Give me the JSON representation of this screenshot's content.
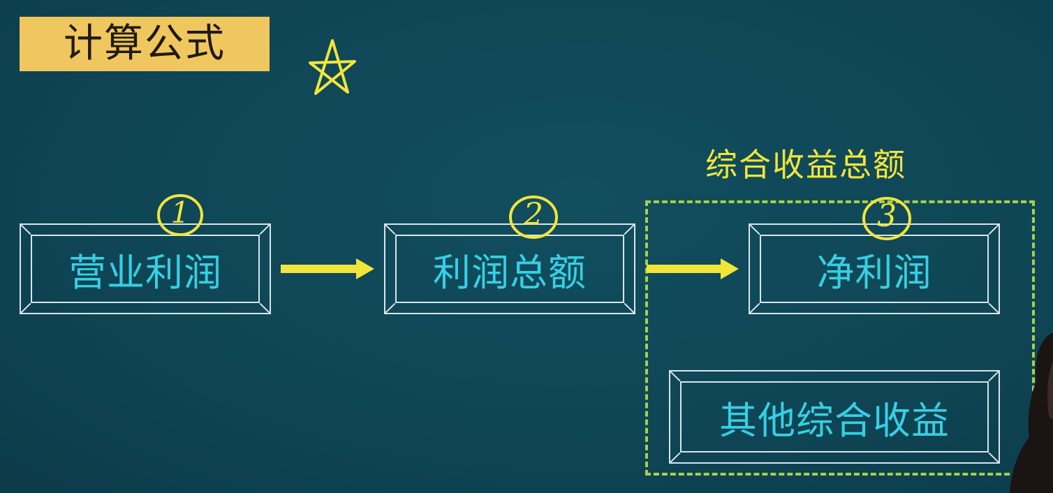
{
  "title": "计算公式",
  "group_title": "综合收益总额",
  "steps": [
    {
      "label": "营业利润",
      "number": "1"
    },
    {
      "label": "利润总额",
      "number": "2"
    },
    {
      "label": "净利润",
      "number": "3"
    }
  ],
  "other_box": {
    "label": "其他综合收益"
  },
  "colors": {
    "background": "#0f4656",
    "title_tag": "#f0c75e",
    "box_text": "#35d0e4",
    "box_border": "#d8e6ea",
    "arrow": "#f2e53a",
    "group_border": "#a6cf47",
    "annotation": "#f2e53a"
  },
  "icons": {
    "star": "hand-drawn-star-icon"
  }
}
